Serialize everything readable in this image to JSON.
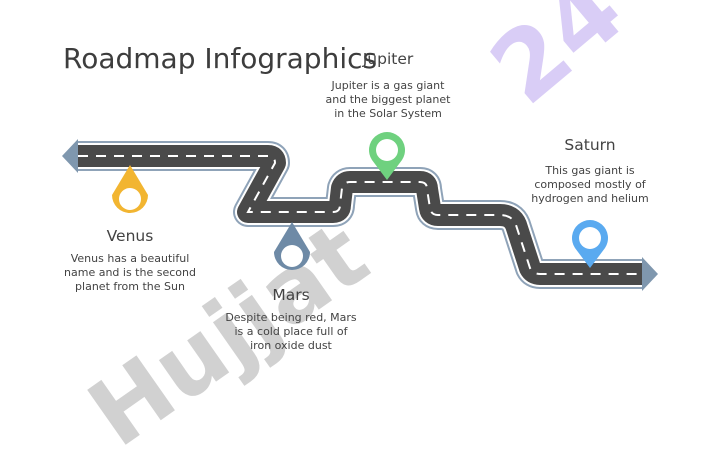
{
  "title": "Roadmap Infographics",
  "watermark": {
    "text": "Hujjat",
    "number": "24"
  },
  "colors": {
    "venus": "#f2b531",
    "mars": "#6e8aa6",
    "jupiter": "#6fd17f",
    "saturn": "#5aaaf0",
    "road": "#4a4a4a",
    "road_border": "#8fa3b8"
  },
  "milestones": [
    {
      "title": "Venus",
      "description": "Venus has a beautiful name and is the second planet from the Sun"
    },
    {
      "title": "Mars",
      "description": "Despite being red, Mars is a cold place full of iron oxide dust"
    },
    {
      "title": "Jupiter",
      "description": "Jupiter is a gas giant and the biggest planet in the Solar System"
    },
    {
      "title": "Saturn",
      "description": "This gas giant is composed mostly of hydrogen and helium"
    }
  ]
}
